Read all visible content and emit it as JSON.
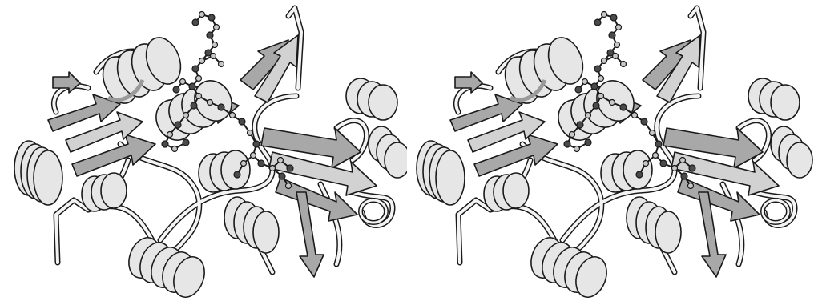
{
  "figure": {
    "kind": "stereo-pair protein ribbon diagram",
    "panels": [
      "left-eye",
      "right-eye"
    ],
    "colors": {
      "background": "#ffffff",
      "outline": "#1a1a1a",
      "helix_front": "#e6e6e6",
      "helix_back": "#9a9a9a",
      "strand": "#a8a8a8",
      "strand_light": "#d2d2d2",
      "coil": "#f4f4f4",
      "atom_dark": "#4a4a4a",
      "atom_light": "#c8c8c8"
    }
  }
}
